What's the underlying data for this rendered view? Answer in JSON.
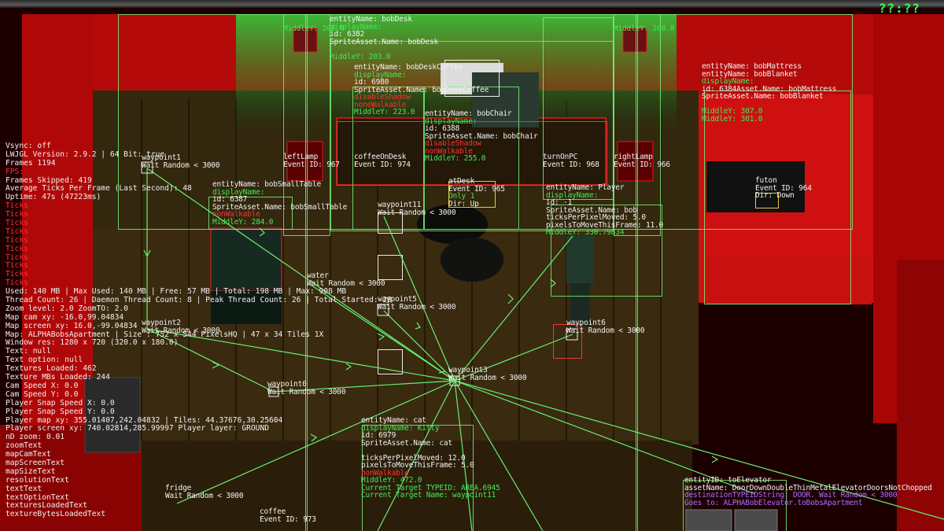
{
  "window": {
    "clock": "??:??"
  },
  "hud_lines": [
    {
      "t": "Vsync: off",
      "c": "w"
    },
    {
      "t": "LWJGL Version: 2.9.2 | 64 Bit: true",
      "c": "w"
    },
    {
      "t": "Frames 1194",
      "c": "w"
    },
    {
      "t": "FPS:",
      "c": "r"
    },
    {
      "t": "Frames Skipped: 419",
      "c": "w"
    },
    {
      "t": "Average Ticks Per Frame (Last Second): 48",
      "c": "w"
    },
    {
      "t": "Uptime: 47s (47223ms)",
      "c": "w"
    },
    {
      "t": "Ticks",
      "c": "r"
    },
    {
      "t": "Ticks",
      "c": "r"
    },
    {
      "t": "Ticks",
      "c": "r"
    },
    {
      "t": "Ticks",
      "c": "r"
    },
    {
      "t": "Ticks",
      "c": "r"
    },
    {
      "t": "Ticks",
      "c": "r"
    },
    {
      "t": "Ticks",
      "c": "r"
    },
    {
      "t": "Ticks",
      "c": "r"
    },
    {
      "t": "Ticks",
      "c": "r"
    },
    {
      "t": "Ticks",
      "c": "r"
    },
    {
      "t": "Used: 140 MB | Max Used: 140 MB | Free: 57 MB | Total: 198 MB | Max: 908 MB",
      "c": "w"
    },
    {
      "t": "Thread Count: 26 | Daemon Thread Count: 8 | Peak Thread Count: 26 | Total Started: 28",
      "c": "w"
    },
    {
      "t": "Zoom level: 2.0 ZoomTO: 2.0",
      "c": "w"
    },
    {
      "t": "Map cam xy: -16.0,99.04834",
      "c": "w"
    },
    {
      "t": "Map screen xy: 16.0,-99.04834",
      "c": "w"
    },
    {
      "t": "Map: ALPHABobsApartment | Size : 752 x 544 PixelsHQ | 47 x 34 Tiles 1X",
      "c": "w"
    },
    {
      "t": "Window res: 1280 x 720 (320.0 x 180.0)",
      "c": "w"
    },
    {
      "t": "Text: null",
      "c": "w"
    },
    {
      "t": "Text option: null",
      "c": "w"
    },
    {
      "t": "Textures Loaded: 462",
      "c": "w"
    },
    {
      "t": "Texture MBs Loaded: 244",
      "c": "w"
    },
    {
      "t": "Cam Speed X: 0.0",
      "c": "w"
    },
    {
      "t": "Cam Speed Y: 0.0",
      "c": "w"
    },
    {
      "t": "Player Snap Speed X: 0.0",
      "c": "w"
    },
    {
      "t": "Player Snap Speed Y: 0.0",
      "c": "w"
    },
    {
      "t": "Player map xy: 355.01407,242.04832 | Tiles: 44.37676,30.25604",
      "c": "w"
    },
    {
      "t": "Player screen xy: 740.02814,285.99997 Player layer: GROUND",
      "c": "w"
    },
    {
      "t": "nD zoom: 0.01",
      "c": "w"
    },
    {
      "t": "zoomText",
      "c": "w"
    },
    {
      "t": "mapCamText",
      "c": "w"
    },
    {
      "t": "mapScreenText",
      "c": "w"
    },
    {
      "t": "mapSizeText",
      "c": "w"
    },
    {
      "t": "resolutionText",
      "c": "w"
    },
    {
      "t": "textText",
      "c": "w"
    },
    {
      "t": "textOptionText",
      "c": "w"
    },
    {
      "t": "texturesLoadedText",
      "c": "w"
    },
    {
      "t": "textureBytesLoadedText",
      "c": "w"
    }
  ],
  "labels": [
    {
      "id": "bobdesk",
      "lines": [
        {
          "t": "entityName: bobDesk",
          "c": "w"
        },
        {
          "t": "displayName:",
          "c": "g"
        },
        {
          "t": "id: 6382",
          "c": "w"
        },
        {
          "t": "SpriteAsset.Name: bobDesk",
          "c": "w"
        },
        {
          "t": "",
          "c": "r"
        },
        {
          "t": "MiddleY: 203.0",
          "c": "g"
        }
      ]
    },
    {
      "id": "middle-left",
      "lines": [
        {
          "t": "MiddleY: 208.0",
          "c": "g"
        }
      ]
    },
    {
      "id": "middle-right",
      "lines": [
        {
          "t": "MiddleY: 208.0",
          "c": "g"
        }
      ]
    },
    {
      "id": "bobdeskcoffee",
      "lines": [
        {
          "t": "entityName: bobDeskCoffee",
          "c": "w"
        },
        {
          "t": "displayName:",
          "c": "g"
        },
        {
          "t": "id: 6980",
          "c": "w"
        },
        {
          "t": "SpriteAsset.Name: bobDeskCoffee",
          "c": "w"
        },
        {
          "t": "disableShadow",
          "c": "r"
        },
        {
          "t": "noneWalkable",
          "c": "r"
        },
        {
          "t": "MiddleY: 223.0",
          "c": "g"
        }
      ]
    },
    {
      "id": "bobchair",
      "lines": [
        {
          "t": "entityName: bobChair",
          "c": "w"
        },
        {
          "t": "displayName:",
          "c": "g"
        },
        {
          "t": "id: 6388",
          "c": "w"
        },
        {
          "t": "SpriteAsset.Name: bobChair",
          "c": "w"
        },
        {
          "t": "disableShadow",
          "c": "r"
        },
        {
          "t": "nonWalkable",
          "c": "r"
        },
        {
          "t": "MiddleY: 255.0",
          "c": "g"
        }
      ]
    },
    {
      "id": "bobmattress",
      "lines": [
        {
          "t": "entityName: bobMattress",
          "c": "w"
        },
        {
          "t": "entityName: bobBlanket",
          "c": "w"
        },
        {
          "t": "displayName:",
          "c": "g"
        },
        {
          "t": "id: 6384Asset.Name: bobMattress",
          "c": "w"
        },
        {
          "t": "SpriteAsset.Name: bobBlanket",
          "c": "w"
        },
        {
          "t": "",
          "c": "r"
        },
        {
          "t": "MiddleY: 307.0",
          "c": "g"
        },
        {
          "t": " MiddleY: 301.0",
          "c": "g"
        }
      ]
    },
    {
      "id": "waypoint1",
      "lines": [
        {
          "t": "waypoint1",
          "c": "w"
        },
        {
          "t": "Wait Random < 3000",
          "c": "w"
        }
      ]
    },
    {
      "id": "leftlamp",
      "lines": [
        {
          "t": "leftLamp",
          "c": "w"
        },
        {
          "t": "Event ID: 967",
          "c": "w"
        }
      ]
    },
    {
      "id": "coffeeondesk",
      "lines": [
        {
          "t": "coffeeOnDesk",
          "c": "w"
        },
        {
          "t": "Event ID: 974",
          "c": "w"
        }
      ]
    },
    {
      "id": "turnonpc",
      "lines": [
        {
          "t": "turnOnPC",
          "c": "w"
        },
        {
          "t": "Event ID: 968",
          "c": "w"
        }
      ]
    },
    {
      "id": "rightlamp",
      "lines": [
        {
          "t": "rightLamp",
          "c": "w"
        },
        {
          "t": "Event ID: 966",
          "c": "w"
        }
      ]
    },
    {
      "id": "atdesk",
      "lines": [
        {
          "t": "atDesk",
          "c": "w"
        },
        {
          "t": "Event ID: 965",
          "c": "w"
        },
        {
          "t": "Only 1",
          "c": "g"
        },
        {
          "t": "Dir: Up",
          "c": "w"
        }
      ]
    },
    {
      "id": "futon",
      "lines": [
        {
          "t": "futon",
          "c": "w"
        },
        {
          "t": "Event ID: 964",
          "c": "w"
        },
        {
          "t": "Dir: Down",
          "c": "w"
        }
      ]
    },
    {
      "id": "bobsmalltable",
      "lines": [
        {
          "t": "entityName: bobSmallTable",
          "c": "w"
        },
        {
          "t": "displayName:",
          "c": "g"
        },
        {
          "t": "id: 6387",
          "c": "w"
        },
        {
          "t": "SpriteAsset.Name: bobSmallTable",
          "c": "w"
        },
        {
          "t": "nonWalkable",
          "c": "r"
        },
        {
          "t": "MiddleY: 284.0",
          "c": "g"
        }
      ]
    },
    {
      "id": "waypoint11",
      "lines": [
        {
          "t": "waypoint11",
          "c": "w"
        },
        {
          "t": "Wait Random < 3000",
          "c": "w"
        }
      ]
    },
    {
      "id": "player",
      "lines": [
        {
          "t": "entityName: Player",
          "c": "w"
        },
        {
          "t": "displayName:",
          "c": "g"
        },
        {
          "t": "id: -1",
          "c": "w"
        },
        {
          "t": "SpriteAsset.Name: bob",
          "c": "w"
        },
        {
          "t": "ticksPerPixelMoved: 5.0",
          "c": "w"
        },
        {
          "t": "pixelsToMoveThisFrame: 11.0",
          "c": "w"
        },
        {
          "t": "MiddleY: 330.79834",
          "c": "g"
        }
      ]
    },
    {
      "id": "water",
      "lines": [
        {
          "t": "water",
          "c": "w"
        },
        {
          "t": "Wait Random < 3000",
          "c": "w"
        }
      ]
    },
    {
      "id": "waypoint5",
      "lines": [
        {
          "t": "waypoint5",
          "c": "w"
        },
        {
          "t": "Wait Random < 3000",
          "c": "w"
        }
      ]
    },
    {
      "id": "waypoint2",
      "lines": [
        {
          "t": "waypoint2",
          "c": "w"
        },
        {
          "t": "Wait Random < 3000",
          "c": "w"
        }
      ]
    },
    {
      "id": "waypoint6",
      "lines": [
        {
          "t": "waypoint6",
          "c": "w"
        },
        {
          "t": "Wait Random < 3000",
          "c": "w"
        }
      ]
    },
    {
      "id": "waypoint3",
      "lines": [
        {
          "t": "waypoint3",
          "c": "w"
        },
        {
          "t": "Wait Random < 3000",
          "c": "w"
        }
      ]
    },
    {
      "id": "waypoint0",
      "lines": [
        {
          "t": "waypoint0",
          "c": "w"
        },
        {
          "t": "Wait Random < 3000",
          "c": "w"
        }
      ]
    },
    {
      "id": "cat",
      "lines": [
        {
          "t": "entityName: cat",
          "c": "w"
        },
        {
          "t": "displayName: Kitty",
          "c": "g"
        },
        {
          "t": "id: 6979",
          "c": "w"
        },
        {
          "t": "SpriteAsset.Name: cat",
          "c": "w"
        },
        {
          "t": "",
          "c": "r"
        },
        {
          "t": "ticksPerPixelMoved: 12.0",
          "c": "w"
        },
        {
          "t": "pixelsToMoveThisFrame: 5.0",
          "c": "w"
        },
        {
          "t": "nonWalkable",
          "c": "r"
        },
        {
          "t": "MiddleY: 472.0",
          "c": "g"
        },
        {
          "t": "Current Target TYPEID: AREA.6945",
          "c": "g"
        },
        {
          "t": "Current Target Name: waypoint11",
          "c": "g"
        }
      ]
    },
    {
      "id": "toelevator",
      "lines": [
        {
          "t": "entityID: toElevator",
          "c": "w"
        },
        {
          "t": "assetName: DoorDownDoubleThinMetalElevatorDoorsNotChopped",
          "c": "w"
        },
        {
          "t": "destinationTYPEIDString: DOOR.    Wait Random < 3000",
          "c": "p"
        },
        {
          "t": "Goes to: ALPHABobElevator.toBobsApartment",
          "c": "p"
        }
      ]
    },
    {
      "id": "fridge",
      "lines": [
        {
          "t": "fridge",
          "c": "w"
        },
        {
          "t": "Wait Random < 3000",
          "c": "w"
        }
      ]
    },
    {
      "id": "coffee",
      "lines": [
        {
          "t": "coffee",
          "c": "w"
        },
        {
          "t": "Event ID: 973",
          "c": "w"
        }
      ]
    }
  ]
}
